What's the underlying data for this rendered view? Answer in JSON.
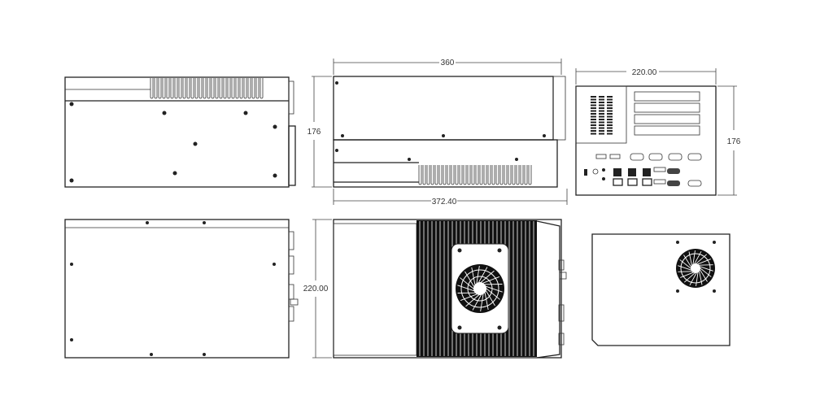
{
  "dimensions": {
    "top_width": "360",
    "bottom_length": "372.40",
    "side_height": "176",
    "front_width": "220.00",
    "front_height": "176",
    "top_depth": "220.00"
  },
  "colors": {
    "line": "#222222",
    "fins": "#111111",
    "background": "#ffffff"
  }
}
